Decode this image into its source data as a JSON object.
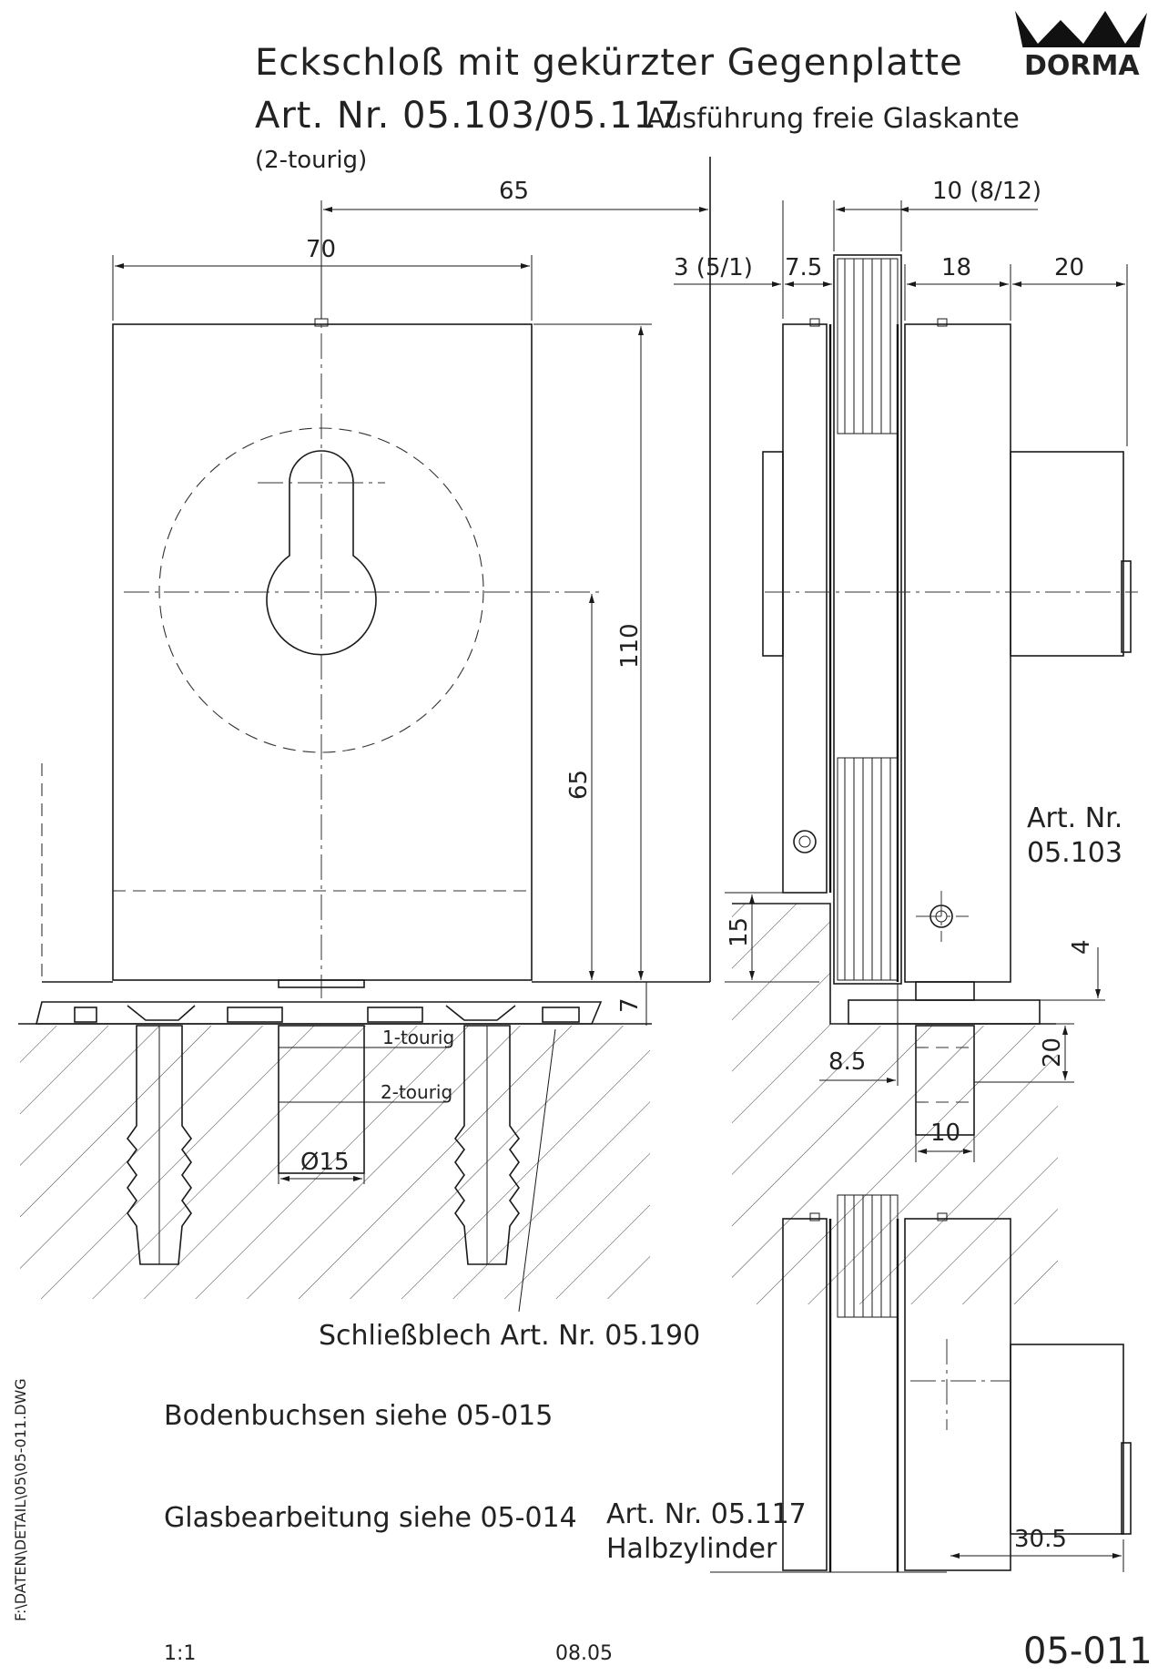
{
  "header": {
    "title_line1": "Eckschloß mit gekürzter Gegenplatte",
    "title_line2": "Art. Nr. 05.103/05.117",
    "title_suffix": "Ausführung freie Glaskante",
    "title_line3": "(2-tourig)",
    "logo_text": "DORMA"
  },
  "dimensions": {
    "d65_top": "65",
    "d70": "70",
    "d110": "110",
    "d65_vert": "65",
    "d7": "7",
    "d15": "15",
    "d3": "3 (5/1)",
    "d7_5": "7.5",
    "d10_top": "10 (8/12)",
    "d18": "18",
    "d20_top": "20",
    "d4": "4",
    "d20_side": "20",
    "d8_5": "8.5",
    "d10_bottom": "10",
    "d_phi15": "Ø15",
    "d30_5": "30.5"
  },
  "labels": {
    "tourig1": "1-tourig",
    "tourig2": "2-tourig",
    "art103_line1": "Art. Nr.",
    "art103_line2": "05.103",
    "schliessblech": "Schließblech Art. Nr. 05.190",
    "bodenbuchsen": "Bodenbuchsen siehe 05-015",
    "glasbearbeitung": "Glasbearbeitung siehe 05-014",
    "art117_line1": "Art. Nr. 05.117",
    "art117_line2": "Halbzylinder"
  },
  "footer": {
    "scale": "1:1",
    "date": "08.05",
    "sheet_number": "05-011",
    "file_path": "F:\\DATEN\\DETAIL\\05\\05-011.DWG"
  }
}
